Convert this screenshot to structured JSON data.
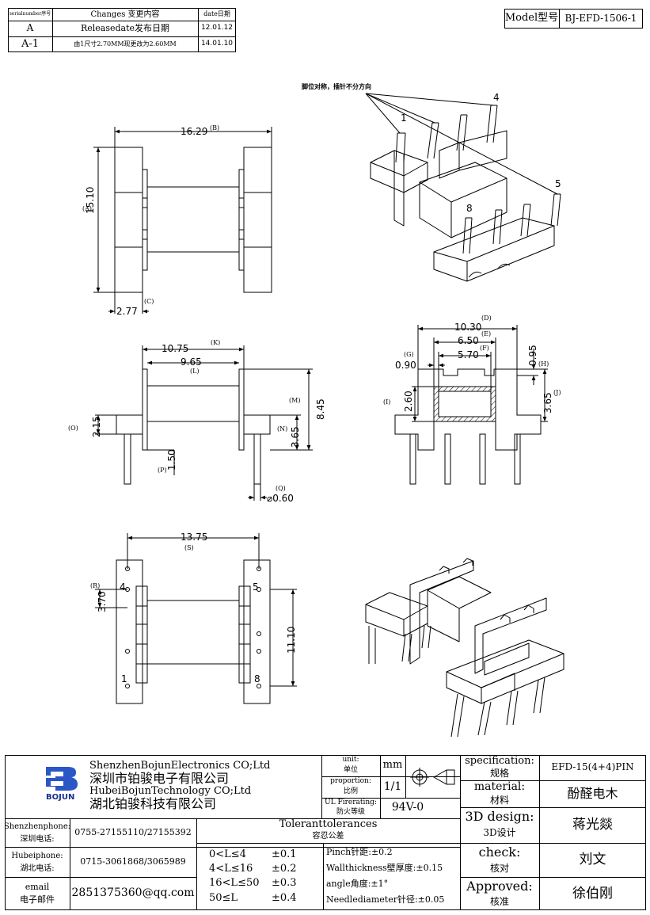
{
  "revision_table": {
    "headers": [
      "serialnumber序号",
      "Changes 变更内容",
      "date日期"
    ],
    "rows": [
      {
        "serial": "A",
        "change": "Releasedate发布日期",
        "date": "12.01.12"
      },
      {
        "serial": "A-1",
        "change": "由1尺寸2.70MM现更改为2.60MM",
        "date": "14.01.10"
      }
    ]
  },
  "model": {
    "label": "Model型号",
    "value": "BJ-EFD-1506-1"
  },
  "note": "脚位对称，插针不分方向",
  "pin_labels": {
    "p1": "1",
    "p4": "4",
    "p5": "5",
    "p8": "8"
  },
  "dims": {
    "B": {
      "value": "16.29",
      "tag": "(B)"
    },
    "A": {
      "value": "15.10",
      "tag": "(A)"
    },
    "C": {
      "value": "2.77",
      "tag": "(C)"
    },
    "K": {
      "value": "10.75",
      "tag": "(K)"
    },
    "L": {
      "value": "9.65",
      "tag": "(L)"
    },
    "M": {
      "value": "8.45",
      "tag": "(M)"
    },
    "N": {
      "value": "3.65",
      "tag": "(N)"
    },
    "O": {
      "value": "2.15",
      "tag": "(O)"
    },
    "P": {
      "value": "1.50",
      "tag": "(P)"
    },
    "Q": {
      "value": "⌀0.60",
      "tag": "(Q)"
    },
    "D": {
      "value": "10.30",
      "tag": "(D)"
    },
    "E": {
      "value": "6.50",
      "tag": "(E)"
    },
    "F": {
      "value": "5.70",
      "tag": "(F)"
    },
    "G": {
      "value": "0.90",
      "tag": "(G)"
    },
    "H": {
      "value": "0.95",
      "tag": "(H)"
    },
    "I": {
      "value": "2.60",
      "tag": "(I)"
    },
    "J": {
      "value": "3.65",
      "tag": "(J)"
    },
    "S": {
      "value": "13.75",
      "tag": "(S)"
    },
    "R": {
      "value": "3.70",
      "tag": "(R)"
    },
    "T": {
      "value": "11.10"
    }
  },
  "company": {
    "en1": "ShenzhenBojunElectronics CO;Ltd",
    "cn1": "深圳市铂骏电子有限公司",
    "en2": "HubeiBojunTechnology CO;Ltd",
    "cn2": "湖北铂骏科技有限公司",
    "logo_text": "BOJUN"
  },
  "title_block": {
    "unit_label_en": "unit:",
    "unit_label_cn": "单位",
    "unit_value": "mm",
    "proportion_label_en": "proportion:",
    "proportion_label_cn": "比例",
    "proportion_value": "1/1",
    "ul_label_en": "UL Firerating:",
    "ul_label_cn": "防火等级",
    "ul_value": "94V-0",
    "spec_label_en": "specification:",
    "spec_label_cn": "规格",
    "spec_value": "EFD-15(4+4)PIN",
    "material_label_en": "material:",
    "material_label_cn": "材料",
    "material_value": "酚醛电木",
    "design_label_en": "3D design:",
    "design_label_cn": "3D设计",
    "design_value": "蒋光燚",
    "check_label_en": "check:",
    "check_label_cn": "核对",
    "check_value": "刘文",
    "approved_label_en": "Approved:",
    "approved_label_cn": "核准",
    "approved_value": "徐伯刚"
  },
  "contacts": {
    "sz_label_en": "Shenzhenphone:",
    "sz_label_cn": "深圳电话:",
    "sz_value": "0755-27155110/27155392",
    "hb_label_en": "Hubeiphone:",
    "hb_label_cn": "湖北电话:",
    "hb_value": "0715-3061868/3065989",
    "email_label_en": "email",
    "email_label_cn": "电子邮件",
    "email_value": "2851375360@qq.com"
  },
  "tolerances": {
    "title_en": "Toleranttolerances",
    "title_cn": "容忍公差",
    "ranges": [
      {
        "range": "0<L≤4",
        "tol": "±0.1"
      },
      {
        "range": "4<L≤16",
        "tol": "±0.2"
      },
      {
        "range": "16<L≤50",
        "tol": "±0.3"
      },
      {
        "range": "50≤L",
        "tol": "±0.4"
      }
    ],
    "notes": [
      "Pinch针距:±0.2",
      "Wallthickness壁厚度:±0.15",
      "angle角度:±1°",
      "Needlediameter针径:±0.05"
    ]
  },
  "colors": {
    "logo_blue": "#2a56c6",
    "logo_dark": "#1b2f8a",
    "line": "#000000"
  }
}
